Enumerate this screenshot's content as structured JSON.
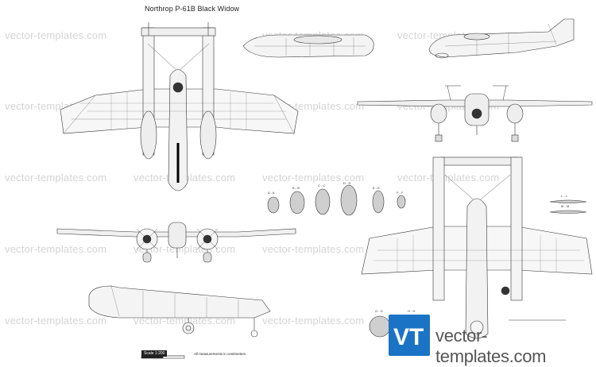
{
  "title": "Northrop P-61B Black Widow",
  "watermark": "vector-templates.com",
  "logo_text": "vector-templates.com",
  "logo_mark": "VT",
  "scale_label": "Scale 1:200",
  "measurements_note": "All measurements in centimeters",
  "section_labels": [
    "A - A",
    "B - B",
    "C - C",
    "D - D",
    "E - E",
    "F - F",
    "L - L",
    "M - M",
    "G - G",
    "H - H"
  ],
  "colors": {
    "line": "#333333",
    "watermark": "#d4d4d4",
    "section_fill": "#cfcfcf",
    "logo_bg": "#1b73c6"
  }
}
